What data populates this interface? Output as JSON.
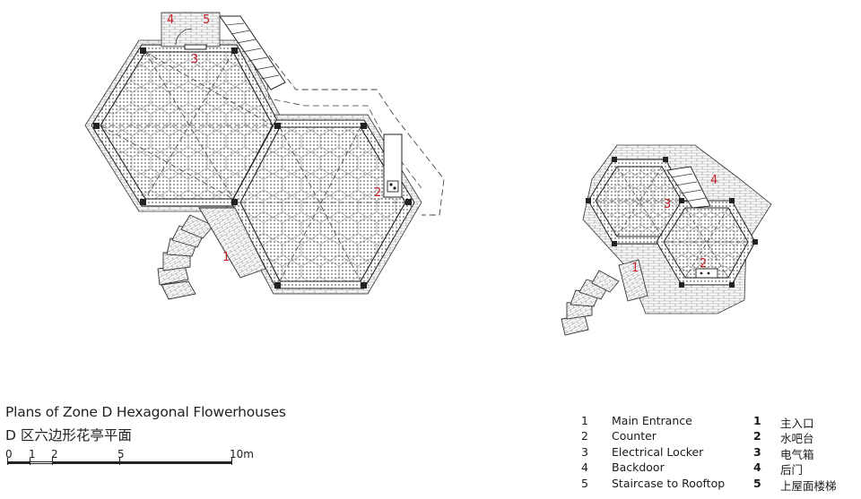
{
  "title": {
    "en": "Plans of Zone D Hexagonal Flowerhouses",
    "zh": "D 区六边形花亭平面"
  },
  "scale_bar": {
    "labels": [
      "0",
      "1",
      "2",
      "5",
      "10m"
    ]
  },
  "legend": [
    {
      "num": "1",
      "en": "Main Entrance",
      "zh_num": "1",
      "zh": "主入口"
    },
    {
      "num": "2",
      "en": "Counter",
      "zh_num": "2",
      "zh": "水吧台"
    },
    {
      "num": "3",
      "en": "Electrical Locker",
      "zh_num": "3",
      "zh": "电气箱"
    },
    {
      "num": "4",
      "en": "Backdoor",
      "zh_num": "4",
      "zh": "后门"
    },
    {
      "num": "5",
      "en": "Staircase to Rooftop",
      "zh_num": "5",
      "zh": "上屋面楼梯"
    }
  ],
  "plan_markers": {
    "large": [
      "4",
      "5",
      "3",
      "2",
      "1"
    ],
    "small": [
      "4",
      "3",
      "1",
      "2"
    ]
  },
  "colors": {
    "line": "#1a1a1a",
    "marker": "#c8202a",
    "paving": "#777777"
  }
}
